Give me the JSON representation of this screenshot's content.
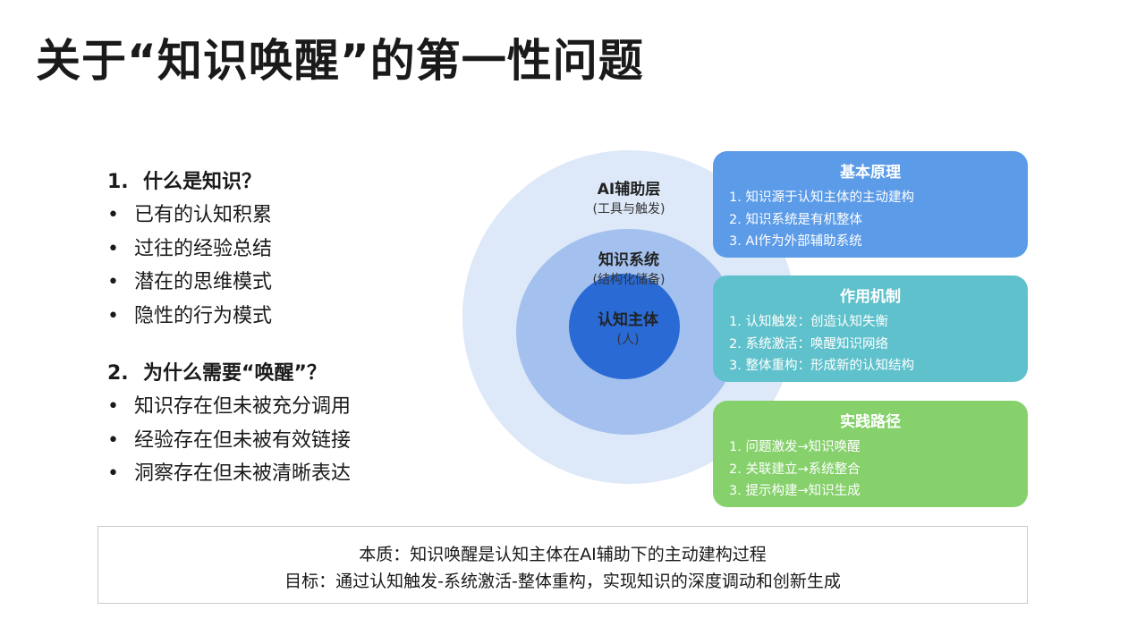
{
  "title": "关于“知识唤醒”的第一性问题",
  "left": {
    "q1": {
      "num": "1.",
      "text": "什么是知识？"
    },
    "q1_items": [
      "已有的认知积累",
      "过往的经验总结",
      "潜在的思维模式",
      "隐性的行为模式"
    ],
    "q2": {
      "num": "2.",
      "text": "为什么需要“唤醒”？"
    },
    "q2_items": [
      "知识存在但未被充分调用",
      "经验存在但未被有效链接",
      "洞察存在但未被清晰表达"
    ],
    "bullet": "•"
  },
  "circles": {
    "outer": {
      "label": "AI辅助层",
      "sub": "(工具与触发)"
    },
    "middle": {
      "label": "知识系统",
      "sub": "(结构化储备)"
    },
    "inner": {
      "label": "认知主体",
      "sub": "(人)"
    }
  },
  "cards": [
    {
      "title": "基本原理",
      "items": [
        "1. 知识源于认知主体的主动建构",
        "2. 知识系统是有机整体",
        "3. AI作为外部辅助系统"
      ]
    },
    {
      "title": "作用机制",
      "items": [
        "1. 认知触发：创造认知失衡",
        "2. 系统激活：唤醒知识网络",
        "3. 整体重构：形成新的认知结构"
      ]
    },
    {
      "title": "实践路径",
      "items": [
        "1. 问题激发→知识唤醒",
        "2. 关联建立→系统整合",
        "3. 提示构建→知识生成"
      ]
    }
  ],
  "bottom": {
    "essence": "本质：知识唤醒是认知主体在AI辅助下的主动建构过程",
    "goal": "目标：通过认知触发-系统激活-整体重构，实现知识的深度调动和创新生成"
  },
  "colors": {
    "outer_circle": "#dde8f8",
    "middle_circle": "#a3c0ee",
    "inner_circle": "#2a6ad4",
    "card_blue": "#5b9be8",
    "card_teal": "#5fc1cb",
    "card_green": "#86d16c"
  }
}
